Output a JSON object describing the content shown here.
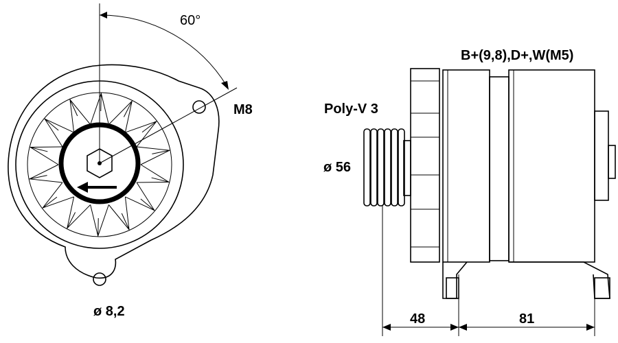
{
  "labels": {
    "angle": "60°",
    "bolt": "M8",
    "terminals": "B+(9,8),D+,W(M5)",
    "pulley_type": "Poly-V 3",
    "pulley_diameter": "ø 56",
    "hole_diameter": "ø 8,2",
    "dim_left": "48",
    "dim_right": "81"
  },
  "colors": {
    "line": "#000000",
    "background": "#ffffff"
  },
  "icons": {
    "rotation": "arrow-left-icon"
  }
}
